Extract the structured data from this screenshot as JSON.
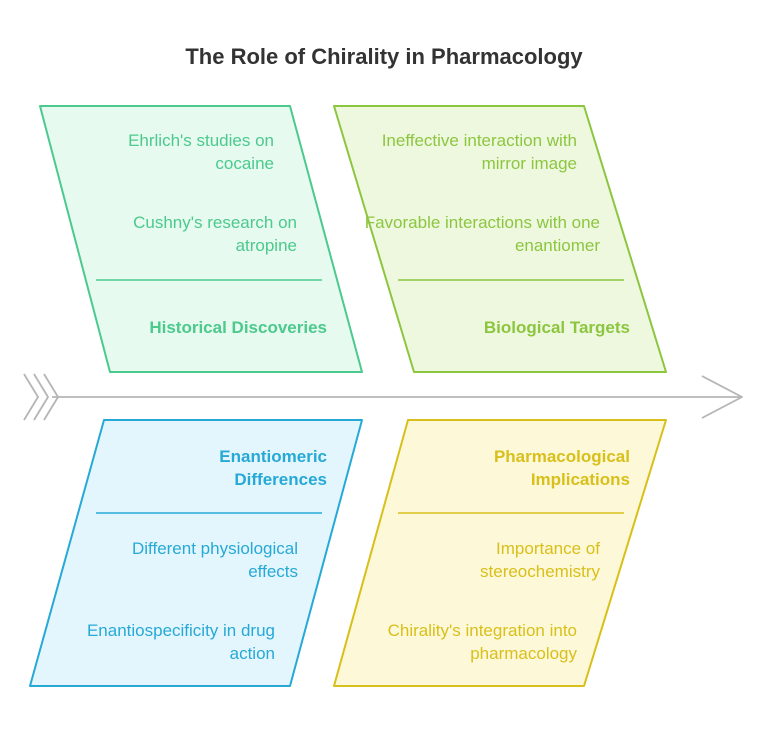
{
  "title": "The Role of Chirality in Pharmacology",
  "colors": {
    "green": "#4cc98c",
    "lime": "#8cc63f",
    "blue": "#26a9d6",
    "yellow": "#d9bf1a",
    "spine": "#b5b5b5"
  },
  "categories": [
    {
      "heading": "Historical Discoveries",
      "items": [
        "Ehrlich's studies on cocaine",
        "Cushny's research on atropine"
      ]
    },
    {
      "heading": "Biological Targets",
      "items": [
        "Ineffective interaction with mirror image",
        "Favorable interactions with one enantiomer"
      ]
    },
    {
      "heading": "Enantiomeric Differences",
      "items": [
        "Different physiological effects",
        "Enantiospecificity in drug action"
      ]
    },
    {
      "heading": "Pharmacological Implications",
      "items": [
        "Importance of stereochemistry",
        "Chirality's integration into pharmacology"
      ]
    }
  ]
}
